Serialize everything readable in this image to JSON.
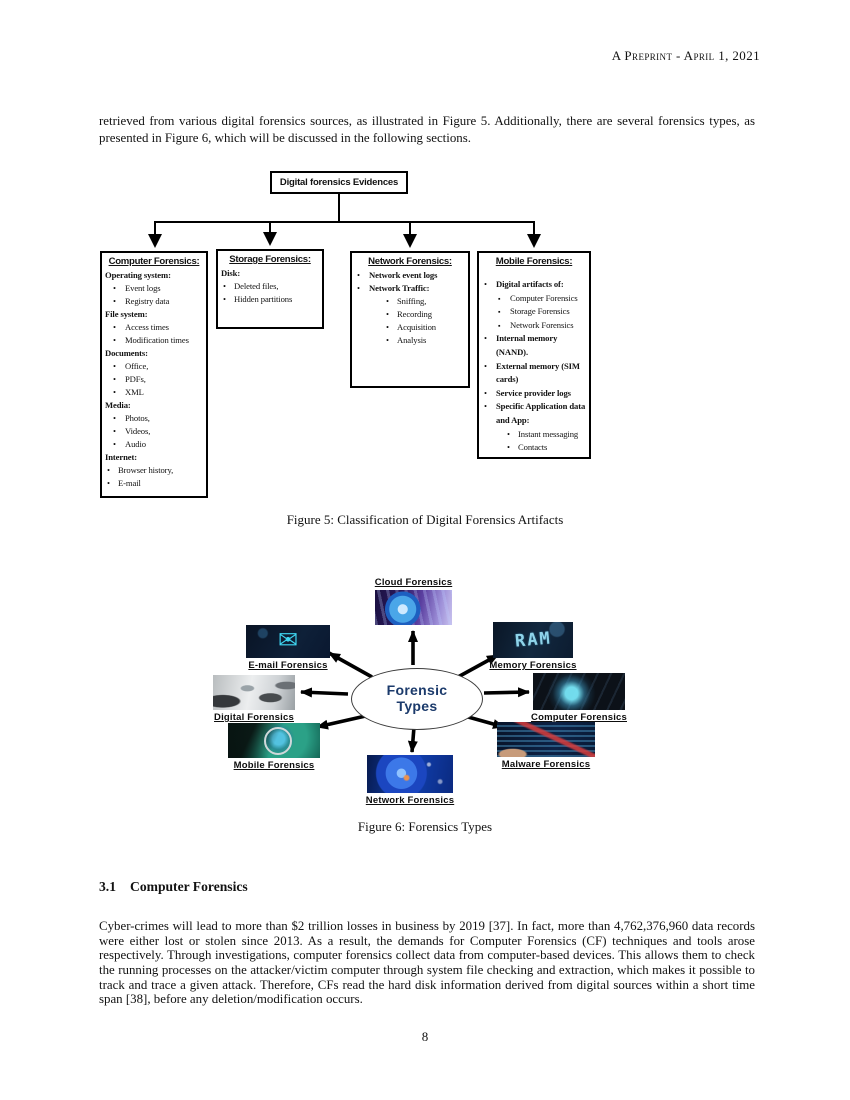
{
  "header": {
    "preprint": "A Preprint - April 1, 2021"
  },
  "intro": "retrieved from various digital forensics sources, as illustrated in Figure 5. Additionally, there are several forensics types, as presented in Figure 6, which will be discussed in the following sections.",
  "figure5": {
    "root": "Digital forensics Evidences",
    "caption": "Figure 5: Classification of Digital Forensics Artifacts",
    "boxes": [
      {
        "id": "computer",
        "heading": "Computer Forensics:",
        "items": [
          {
            "t": "cat",
            "x": "Operating system:"
          },
          {
            "t": "b1",
            "x": "Event logs"
          },
          {
            "t": "b1",
            "x": "Registry data"
          },
          {
            "t": "cat",
            "x": "File system:"
          },
          {
            "t": "b1",
            "x": "Access times"
          },
          {
            "t": "b1",
            "x": "Modification times"
          },
          {
            "t": "cat",
            "x": "Documents:"
          },
          {
            "t": "b1",
            "x": "Office,"
          },
          {
            "t": "b1",
            "x": "PDFs,"
          },
          {
            "t": "b1",
            "x": "XML"
          },
          {
            "t": "cat",
            "x": "Media:"
          },
          {
            "t": "b1",
            "x": "Photos,"
          },
          {
            "t": "b1",
            "x": "Videos,"
          },
          {
            "t": "b1",
            "x": "Audio"
          },
          {
            "t": "cat",
            "x": "Internet:"
          },
          {
            "t": "b0",
            "x": "Browser history,"
          },
          {
            "t": "b0",
            "x": "E-mail"
          }
        ]
      },
      {
        "id": "storage",
        "heading": "Storage Forensics:",
        "items": [
          {
            "t": "cat",
            "x": "Disk:"
          },
          {
            "t": "b0",
            "x": "Deleted files,"
          },
          {
            "t": "b0",
            "x": "Hidden partitions"
          }
        ]
      },
      {
        "id": "network",
        "heading": "Network Forensics:",
        "items": [
          {
            "t": "b1b",
            "x": "Network event logs"
          },
          {
            "t": "b1b",
            "x": "Network Traffic:"
          },
          {
            "t": "b2",
            "x": "Sniffing,"
          },
          {
            "t": "b2",
            "x": "Recording"
          },
          {
            "t": "b2",
            "x": "Acquisition"
          },
          {
            "t": "b2",
            "x": "Analysis"
          }
        ]
      },
      {
        "id": "mobile",
        "heading": "Mobile Forensics:",
        "items": [
          {
            "t": "gap",
            "x": ""
          },
          {
            "t": "b1b",
            "x": "Digital artifacts of:"
          },
          {
            "t": "sq",
            "x": "Computer Forensics"
          },
          {
            "t": "sq",
            "x": "Storage Forensics"
          },
          {
            "t": "sq",
            "x": "Network Forensics"
          },
          {
            "t": "b1b",
            "x": "Internal memory (NAND)."
          },
          {
            "t": "b1b",
            "x": "External memory (SIM cards)"
          },
          {
            "t": "b1b",
            "x": "Service provider logs"
          },
          {
            "t": "b1b",
            "x": "Specific Application data and App:"
          },
          {
            "t": "b2d",
            "x": "Instant messaging"
          },
          {
            "t": "b2d",
            "x": "Contacts"
          }
        ]
      }
    ]
  },
  "figure6": {
    "center": {
      "line1": "Forensic",
      "line2": "Types"
    },
    "center_label_color": "#1b3a6b",
    "caption": "Figure 6: Forensics Types",
    "nodes": [
      {
        "id": "cloud",
        "label": "Cloud Forensics",
        "label_position": "above",
        "image": "globe-data-stream"
      },
      {
        "id": "email",
        "label": "E-mail Forensics",
        "label_position": "below",
        "image": "envelope-cyber"
      },
      {
        "id": "memory",
        "label": "Memory Forensics",
        "label_position": "below",
        "image": "ram-letters"
      },
      {
        "id": "digital",
        "label": "Digital Forensics",
        "label_position": "below",
        "image": "hands-desk-devices"
      },
      {
        "id": "computer",
        "label": "Computer Forensics",
        "label_position": "below",
        "image": "keyboard-fingerprint"
      },
      {
        "id": "mobile",
        "label": "Mobile Forensics",
        "label_position": "below",
        "image": "phone-magnifier"
      },
      {
        "id": "malware",
        "label": "Malware Forensics",
        "label_position": "below",
        "image": "code-red-alert"
      },
      {
        "id": "network",
        "label": "Network Forensics",
        "label_position": "below",
        "image": "globe-network"
      }
    ]
  },
  "section": {
    "number": "3.1",
    "title": "Computer Forensics"
  },
  "body": "Cyber-crimes will lead to more than $2 trillion losses in business by 2019 [37]. In fact, more than 4,762,376,960 data records were either lost or stolen since 2013. As a result, the demands for Computer Forensics (CF) techniques and tools arose respectively. Through investigations, computer forensics collect data from computer-based devices. This allows them to check the running processes on the attacker/victim computer through system file checking and extraction, which makes it possible to track and trace a given attack. Therefore, CFs read the hard disk information derived from digital sources within a short time span [38], before any deletion/modification occurs.",
  "page_number": "8"
}
